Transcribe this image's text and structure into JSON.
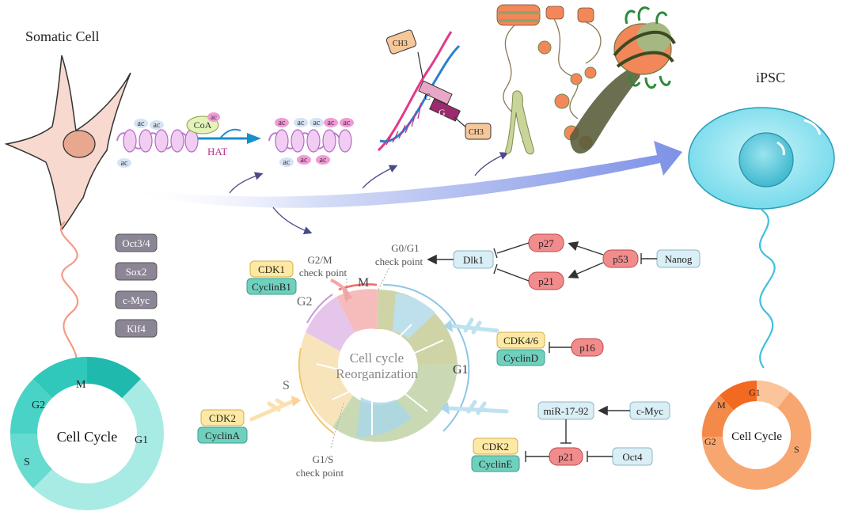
{
  "labels": {
    "somatic_cell": "Somatic Cell",
    "ipsc": "iPSC",
    "hat": "HAT",
    "coa": "CoA",
    "ac": "ac",
    "ch3": "CH3",
    "c": "C",
    "g": "G"
  },
  "factors": [
    "Oct3/4",
    "Sox2",
    "c-Myc",
    "Klf4"
  ],
  "somatic_cycle": {
    "title": "Cell Cycle",
    "phases": {
      "m": "M",
      "g2": "G2",
      "s": "S",
      "g1": "G1"
    }
  },
  "ipsc_cycle": {
    "title": "Cell Cycle",
    "phases": {
      "g1": "G1",
      "m": "M",
      "g2": "G2",
      "s": "S"
    }
  },
  "reorg": {
    "title_line1": "Cell cycle",
    "title_line2": "Reorganization",
    "m": "M",
    "g2": "G2",
    "s": "S",
    "g1": "G1",
    "g2m_check": [
      "G2/M",
      "check point"
    ],
    "g0g1_check": [
      "G0/G1",
      "check point"
    ],
    "g1s_check": [
      "G1/S",
      "check point"
    ]
  },
  "proteins": {
    "cdk1": "CDK1",
    "cyclinb1": "CyclinB1",
    "cdk46": "CDK4/6",
    "cyclind": "CyclinD",
    "cdk2a": "CDK2",
    "cyclina": "CyclinA",
    "cdk2e": "CDK2",
    "cycline": "CyclinE",
    "dlk1": "Dlk1",
    "p27": "p27",
    "p21_top": "p21",
    "p53": "p53",
    "nanog": "Nanog",
    "p16": "p16",
    "mir": "miR-17-92",
    "cmyc": "c-Myc",
    "p21_bottom": "p21",
    "oct4": "Oct4"
  },
  "colors": {
    "yellow_box": "#fde9a3",
    "teal_box": "#6fd0bd",
    "red_box": "#f28b8b",
    "light_blue_box": "#d9eef5",
    "purple_box": "#8c8595",
    "somatic_ring": "#5ed9cf",
    "ipsc_ring": "#f8a66f",
    "ipsc_cell": "#8fe3f0",
    "somatic_cell": "#f7d9cf"
  }
}
